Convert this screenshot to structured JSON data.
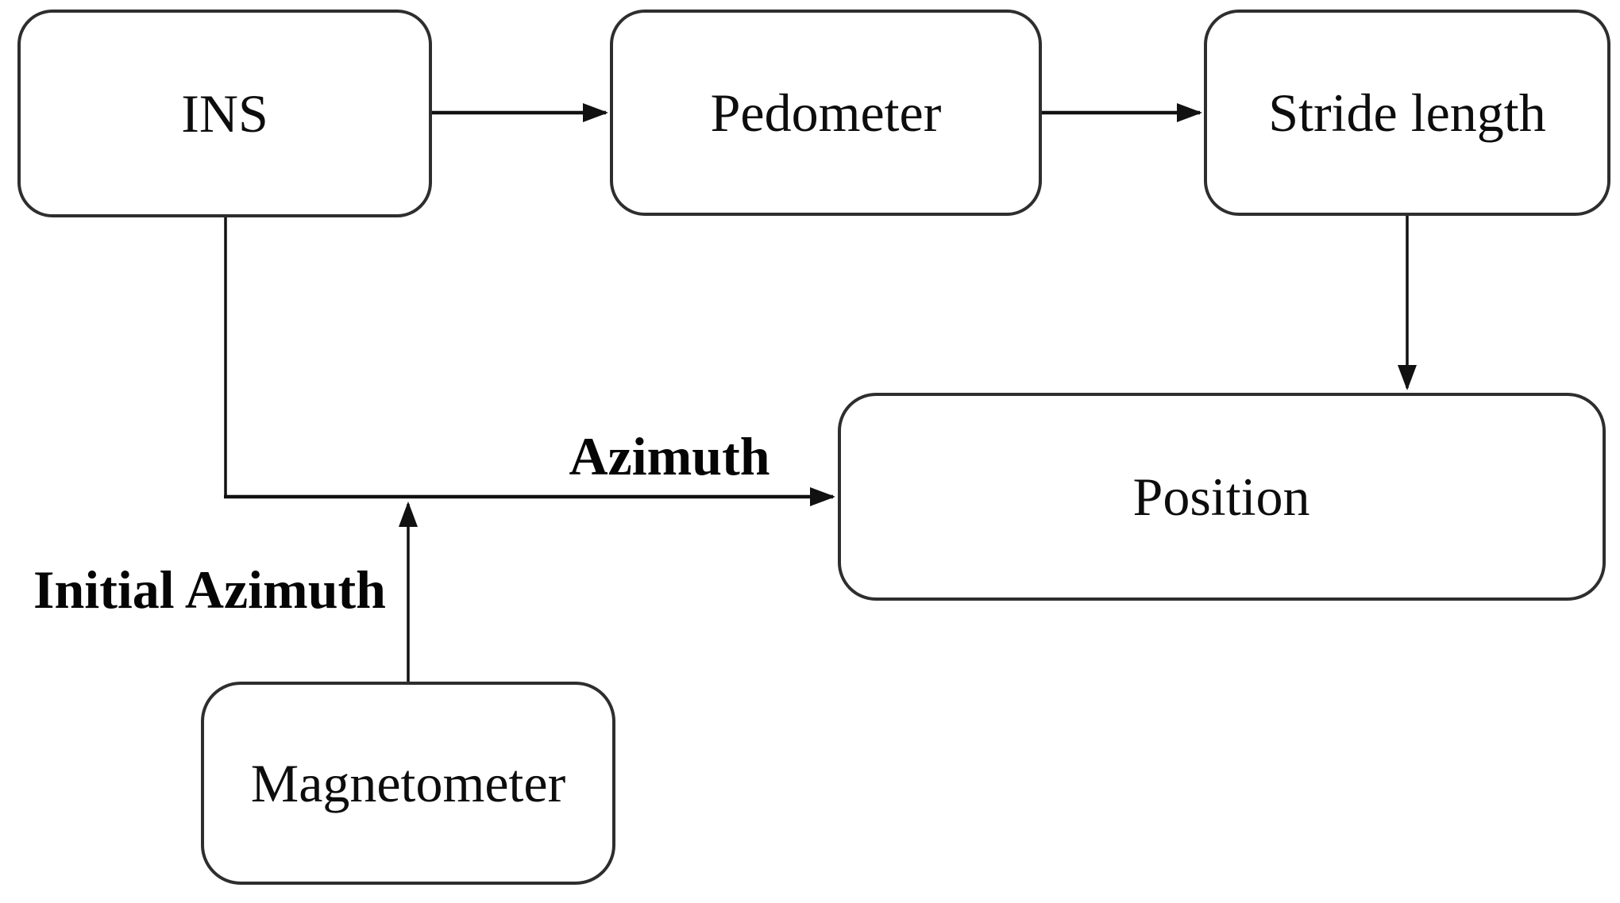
{
  "canvas": {
    "background_color": "#ffffff",
    "box_fill_color": "#ffffff",
    "box_border_color": "#2e2e2e",
    "line_color": "#111111",
    "text_color": "#0d0d0d"
  },
  "nodes": [
    {
      "id": "ins",
      "label": "INS"
    },
    {
      "id": "pedometer",
      "label": "Pedometer"
    },
    {
      "id": "stride-length",
      "label": "Stride length"
    },
    {
      "id": "position",
      "label": "Position"
    },
    {
      "id": "magnetometer",
      "label": "Magnetometer"
    }
  ],
  "edges": [
    {
      "id": "ins-to-pedometer",
      "from": "ins",
      "to": "pedometer",
      "label": ""
    },
    {
      "id": "pedometer-to-stride-length",
      "from": "pedometer",
      "to": "stride-length",
      "label": ""
    },
    {
      "id": "stride-length-to-position",
      "from": "stride-length",
      "to": "position",
      "label": ""
    },
    {
      "id": "ins-to-position",
      "from": "ins",
      "to": "position",
      "label": "Azimuth"
    },
    {
      "id": "magnetometer-to-azimuth-line",
      "from": "magnetometer",
      "to": "ins-to-position",
      "label": "Initial Azimuth"
    }
  ]
}
